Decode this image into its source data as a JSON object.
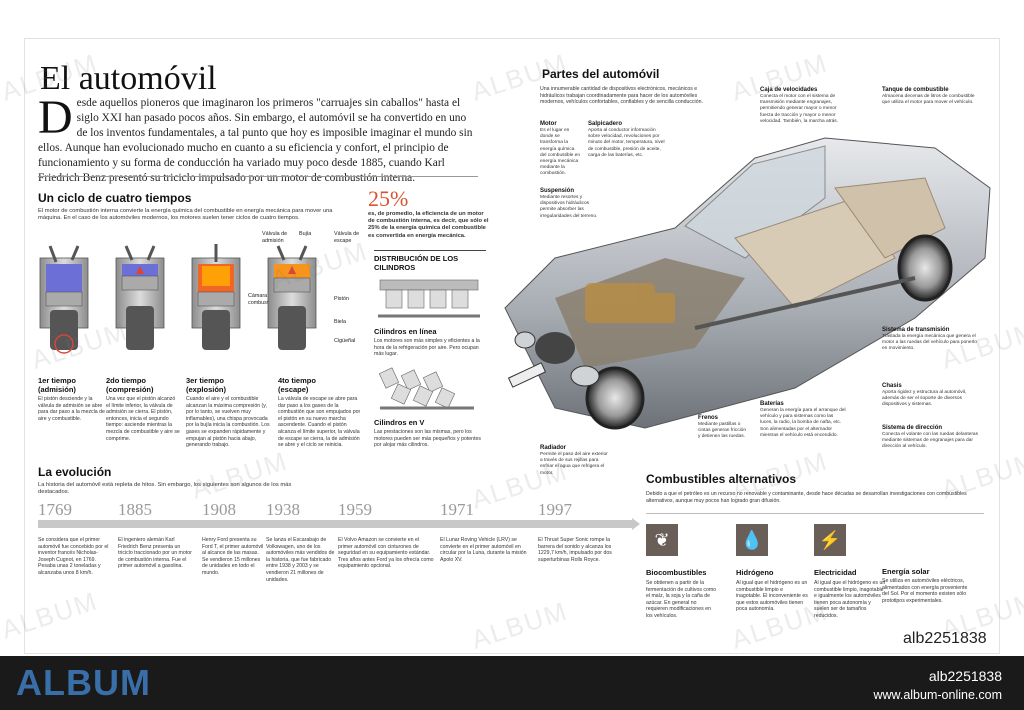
{
  "title": "El automóvil",
  "intro": {
    "dropcap": "D",
    "text": "esde aquellos pioneros que imaginaron los primeros \"carruajes sin caballos\" hasta el siglo XXI han pasado pocos años. Sin embargo, el automóvil se ha convertido en uno de los inventos fundamentales, a tal punto que hoy es imposible imaginar el mundo sin ellos. Aunque han evolucionado mucho en cuanto a su eficiencia y confort, el principio de funcionamiento y su forma de conducción ha variado muy poco desde 1885, cuando Karl Friedrich Benz presentó su triciclo impulsado por un motor de combustión interna."
  },
  "cycle": {
    "heading": "Un ciclo de cuatro tiempos",
    "desc": "El motor de combustión interna convierte la energía química del combustible en energía mecánica para mover una máquina. En el caso de los automóviles modernos, los motores suelen tener ciclos de cuatro tiempos.",
    "labels": {
      "valve_in": "Válvula de admisión",
      "spark": "Bujía",
      "valve_out": "Válvula de escape",
      "chamber": "Cámara de combustión",
      "piston": "Pistón",
      "rod": "Biela",
      "crank": "Cigüeñal"
    },
    "strokes": [
      {
        "title": "1er tiempo (admisión)",
        "text": "El pistón desciende y la válvula de admisión se abre para dar paso a la mezcla de aire y combustible."
      },
      {
        "title": "2do tiempo (compresión)",
        "text": "Una vez que el pistón alcanzó el límite inferior, la válvula de admisión se cierra. El pistón, entonces, inicia el segundo tiempo: asciende mientras la mezcla de combustible y aire se comprime."
      },
      {
        "title": "3er tiempo (explosión)",
        "text": "Cuando el aire y el combustible alcanzan la máxima compresión (y, por lo tanto, se vuelven muy inflamables), una chispa provocada por la bujía inicia la combustión. Los gases se expanden rápidamente y empujan al pistón hacia abajo, generando trabajo."
      },
      {
        "title": "4to tiempo (escape)",
        "text": "La válvula de escape se abre para dar paso a los gases de la combustión que son empujados por el pistón en su nuevo marcha ascendente. Cuando el pistón alcanza el límite superior, la válvula de escape se cierra, la de admisión se abre y el ciclo se reinicia."
      }
    ]
  },
  "efficiency": {
    "pct": "25%",
    "text": "es, de promedio, la eficiencia de un motor de combustión interna, es decir, que sólo el 25% de la energía química del combustible es convertida en energía mecánica."
  },
  "cylinders": {
    "heading": "DISTRIBUCIÓN DE LOS CILINDROS",
    "inline_title": "Cilindros en línea",
    "inline_text": "Los motores son más simples y eficientes a la hora de la refrigeración por aire. Pero ocupan más lugar.",
    "v_title": "Cilindros en V",
    "v_text": "Las prestaciones son las mismas, pero los motores pueden ser más pequeños y potentes por alojar más cilindros."
  },
  "evolution": {
    "heading": "La evolución",
    "desc": "La historia del automóvil está repleta de hitos. Sin embargo, los siguientes son algunos de los más destacados.",
    "events": [
      {
        "year": "1769",
        "text": "Se considera que el primer automóvil fue concebido por el inventor francés Nicholas-Joseph Cugnot, en 1769. Pesaba unas 2 toneladas y alcanzaba unos 8 km/h."
      },
      {
        "year": "1885",
        "text": "El ingeniero alemán Karl Friedrich Benz presenta un triciclo traccionado por un motor de combustión interna. Fue el primer automóvil a gasolina."
      },
      {
        "year": "1908",
        "text": "Henry Ford presenta su Ford T, el primer automóvil al alcance de las masas. Se vendieron 15 millones de unidades en todo el mundo."
      },
      {
        "year": "1938",
        "text": "Se lanza el Escarabajo de Volkswagen, uno de los automóviles más vendidos de la historia, que fue fabricado entre 1938 y 2003 y se vendieron 21 millones de unidades."
      },
      {
        "year": "1959",
        "text": "El Volvo Amazon se convierte en el primer automóvil con cinturones de seguridad en su equipamiento estándar. Tres años antes Ford ya los ofrecía como equipamiento opcional."
      },
      {
        "year": "1971",
        "text": "El Lunar Roving Vehicle (LRV) se convierte en el primer automóvil en circular por la Luna, durante la misión Apolo XV."
      },
      {
        "year": "1997",
        "text": "El Thrust Super Sonic rompe la barrera del sonido y alcanza los 1229,7 km/h, impulsado por dos superturbinas Rolls Royce."
      }
    ]
  },
  "parts": {
    "heading": "Partes del automóvil",
    "desc": "Una innumerable cantidad de dispositivos electrónicos, mecánicos e hidráulicos trabajan coordinadamente para hacer de los automóviles modernos, vehículos confortables, confiables y de sencilla conducción.",
    "items": [
      {
        "name": "Motor",
        "text": "Es el lugar en donde se transforma la energía química del combustible en energía mecánica mediante la combustión."
      },
      {
        "name": "Salpicadero",
        "text": "Aporta al conductor información sobre velocidad, revoluciones por minuto del motor, temperatura, nivel de combustible, presión de aceite, carga de las baterías, etc."
      },
      {
        "name": "Caja de velocidades",
        "text": "Conecta el motor con el sistema de transmisión mediante engranajes, permitiendo generar mayor o menor fuerza de tracción y mayor o menor velocidad. También, la marcha atrás."
      },
      {
        "name": "Tanque de combustible",
        "text": "Almacena decenas de litros de combustible que utiliza el motor para mover el vehículo."
      },
      {
        "name": "Suspensión",
        "text": "Mediante resortes y dispositivos hidráulicos permite absorber las irregularidades del terreno."
      },
      {
        "name": "Sistema de transmisión",
        "text": "Traslada la energía mecánica que genera el motor a las ruedas del vehículo para ponerlo en movimiento."
      },
      {
        "name": "Chasis",
        "text": "Aporta rigidez y estructura al automóvil, además de ser el soporte de diversos dispositivos y sistemas."
      },
      {
        "name": "Baterías",
        "text": "Generan la energía para el arranque del vehículo y para sistemas como las luces, la radio, la bomba de nafta, etc. Son alimentadas por el alternador mientras el vehículo está encendido."
      },
      {
        "name": "Sistema de dirección",
        "text": "Conecta el volante con las ruedas delanteras mediante sistemas de engranajes para dar dirección al vehículo."
      },
      {
        "name": "Frenos",
        "text": "Mediante pastillas o cintas generan fricción y detienen las ruedas."
      },
      {
        "name": "Radiador",
        "text": "Permite el paso del aire exterior a través de sus rejillas para enfriar el agua que refrigera el motor."
      }
    ]
  },
  "fuels": {
    "heading": "Combustibles alternativos",
    "desc": "Debido a que el petróleo es un recurso no renovable y contaminante, desde hace décadas se desarrollan investigaciones con combustibles alternativos, aunque muy pocos han logrado gran difusión.",
    "items": [
      {
        "name": "Biocombustibles",
        "text": "Se obtienen a partir de la fermentación de cultivos como el maíz, la soja y la caña de azúcar. En general no requieren modificaciones en los vehículos."
      },
      {
        "name": "Hidrógeno",
        "text": "Al igual que el hidrógeno es un combustible limpio e inagotable. El inconveniente es que estos automóviles tienen poca autonomía."
      },
      {
        "name": "Electricidad",
        "text": "Al igual que el hidrógeno es un combustible limpio, inagotable e igualmente los automóviles tienen poca autonomía y suelen ser de tamaños reducidos."
      },
      {
        "name": "Energía solar",
        "text": "Se utiliza en automóviles eléctricos, alimentados con energía proveniente del Sol. Por el momento existen sólo prototipos experimentales."
      }
    ]
  },
  "watermark": "ALBUM",
  "footer": {
    "logo": "ALBUM",
    "ref": "alb2251838",
    "ref_white": "alb2251838",
    "url": "www.album-online.com"
  },
  "colors": {
    "accent": "#d9532f",
    "logo": "#3a6ea8",
    "fuel_icon_bg": "#6a5f58"
  }
}
